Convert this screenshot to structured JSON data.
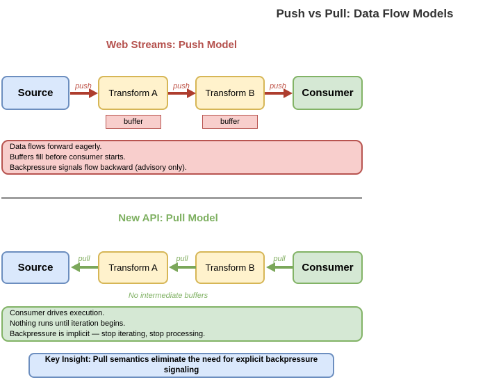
{
  "title": "Push vs Pull: Data Flow Models",
  "colors": {
    "blue-fill": "#dae8fc",
    "blue-stroke": "#6c8ebf",
    "yellow-fill": "#fff2cc",
    "yellow-stroke": "#d6b656",
    "green-fill": "#d5e8d4",
    "green-stroke": "#82b366",
    "pink-fill": "#f8cecc",
    "pink-stroke": "#b85450",
    "push-arrow": "#ae3d2e",
    "push-label": "#c0584d",
    "pull-arrow": "#7ba75a",
    "pull-label": "#82ae60",
    "heading-push": "#b5524e",
    "heading-pull": "#7eb061",
    "title-color": "#333333",
    "divider-color": "#9e9e9e"
  },
  "push_model": {
    "heading": "Web Streams: Push Model",
    "nodes": {
      "source": "Source",
      "transform_a": "Transform A",
      "transform_b": "Transform B",
      "consumer": "Consumer"
    },
    "arrow_label": "push",
    "buffer_label": "buffer",
    "notes": [
      "Data flows forward eagerly.",
      "Buffers fill before consumer starts.",
      "Backpressure signals flow backward (advisory only)."
    ]
  },
  "pull_model": {
    "heading": "New API: Pull Model",
    "nodes": {
      "source": "Source",
      "transform_a": "Transform A",
      "transform_b": "Transform B",
      "consumer": "Consumer"
    },
    "arrow_label": "pull",
    "buffers_note": "No intermediate buffers",
    "notes": [
      "Consumer drives execution.",
      "Nothing runs until iteration begins.",
      "Backpressure is implicit — stop iterating, stop processing."
    ]
  },
  "key_insight": "Key Insight: Pull semantics eliminate the need for explicit backpressure signaling"
}
